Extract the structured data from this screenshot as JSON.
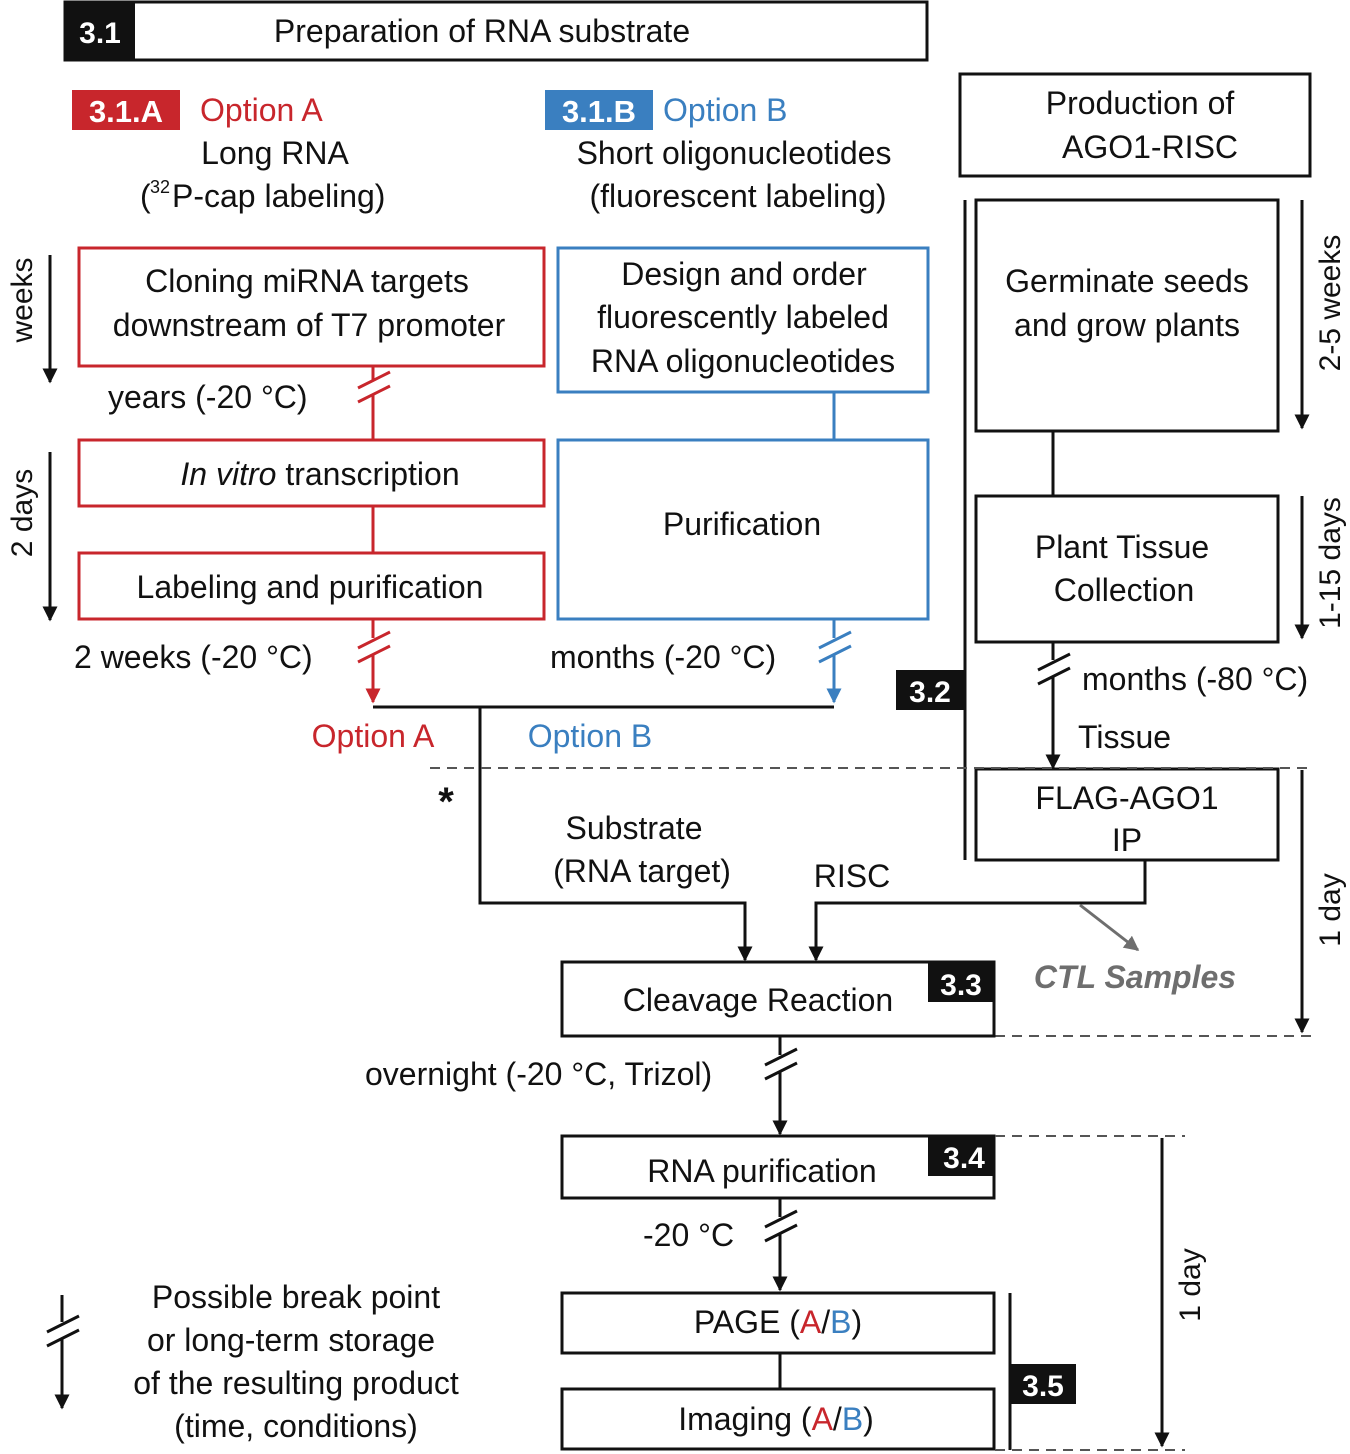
{
  "header": {
    "step": "3.1",
    "title": "Preparation of RNA substrate"
  },
  "optionA": {
    "badge": "3.1.A",
    "label": "Option A",
    "subtitle1": "Long RNA",
    "subtitle2": "P-cap labeling)",
    "subtitle2_prefix": "(",
    "subtitle2_sup": "32",
    "box1_line1": "Cloning miRNA targets",
    "box1_line2": "downstream of T7 promoter",
    "storage1": "years (-20 °C)",
    "box2_italic": "In vitro",
    "box2_rest": " transcription",
    "box3": "Labeling and purification",
    "storage2": "2 weeks (-20 °C)",
    "merge_label": "Option A"
  },
  "optionB": {
    "badge": "3.1.B",
    "label": "Option B",
    "subtitle1": "Short oligonucleotides",
    "subtitle2": "(fluorescent labeling)",
    "box1_line1": "Design and order",
    "box1_line2": "fluorescently labeled",
    "box1_line3": "RNA oligonucleotides",
    "box2": "Purification",
    "storage": "months (-20 °C)",
    "merge_label": "Option B"
  },
  "timeline": {
    "weeks": "weeks",
    "two_days": "2 days",
    "two_five_weeks": "2-5 weeks",
    "one_fifteen_days": "1-15 days",
    "one_day_a": "1 day",
    "one_day_b": "1 day"
  },
  "ago": {
    "title_line1": "Production of",
    "title_line2": "AGO1-RISC",
    "grow_line1": "Germinate seeds",
    "grow_line2": "and grow plants",
    "tissue_line1": "Plant Tissue",
    "tissue_line2": "Collection",
    "step_badge": "3.2",
    "storage": "months (-80 °C)",
    "tissue_label": "Tissue",
    "ip_line1": "FLAG-AGO1",
    "ip_line2": "IP"
  },
  "reaction": {
    "asterisk": "*",
    "substrate_line1": "Substrate",
    "substrate_line2": "(RNA target)",
    "risc": "RISC",
    "ctl": "CTL Samples",
    "cleavage": "Cleavage Reaction",
    "cleavage_badge": "3.3",
    "overnight": "overnight (-20 °C, Trizol)",
    "rna_purification": "RNA purification",
    "rna_badge": "3.4",
    "minus20": "-20 °C",
    "page_prefix": "PAGE (",
    "imaging_prefix": "Imaging (",
    "a": "A",
    "slash": "/",
    "b": "B",
    "close": ")",
    "final_badge": "3.5"
  },
  "legend": {
    "line1": "Possible break point",
    "line2": "or long-term storage",
    "line3": "of the resulting product",
    "line4": "(time, conditions)"
  },
  "colors": {
    "optionA": "#c8262c",
    "optionB": "#3a7fc0",
    "black": "#111111",
    "ctl_grey": "#6e6e6e"
  }
}
